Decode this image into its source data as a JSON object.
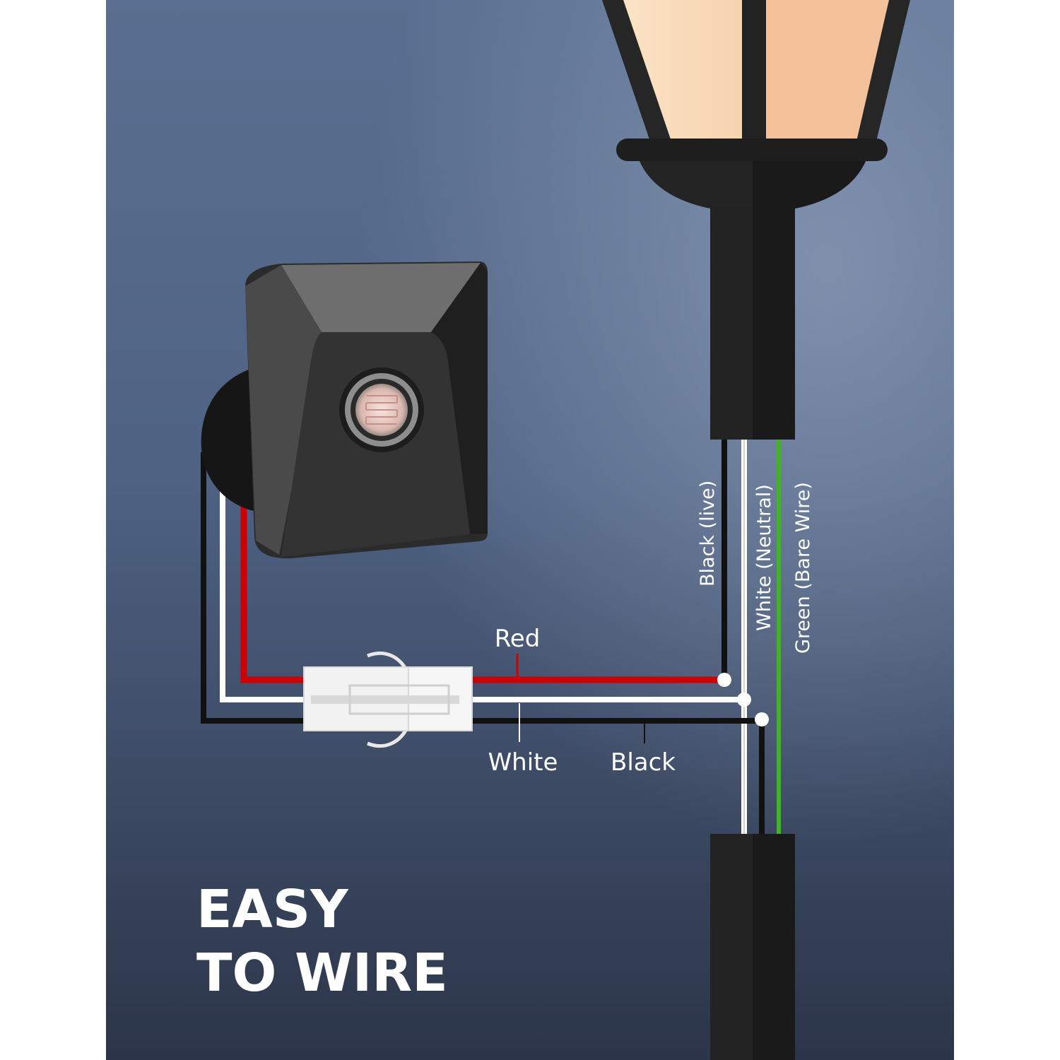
{
  "headline": {
    "line1": "EASY",
    "line2": "TO WIRE"
  },
  "sensor_wires": {
    "red": "Red",
    "white": "White",
    "black": "Black"
  },
  "fixture_wires": {
    "black": "Black (live)",
    "white": "White (Neutral)",
    "green": "Green (Bare Wire)"
  },
  "colors": {
    "background_top": "#5d7394",
    "background_bottom": "#2f3b52",
    "red_wire": "#cc0000",
    "white_wire": "#ffffff",
    "black_wire": "#111111",
    "green_wire": "#3fb51f",
    "lamp_glass": "#f5cfa8",
    "sensor_body": "#3a3a3a"
  }
}
